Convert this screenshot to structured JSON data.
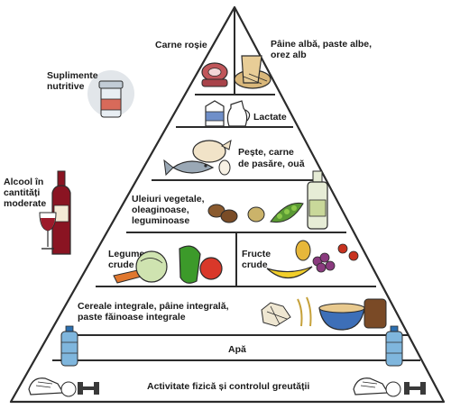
{
  "pyramid": {
    "tiers": {
      "top_left": "Carne roșie",
      "top_right": [
        "Pâine albă, paste albe,",
        "orez alb"
      ],
      "dairy": "Lactate",
      "protein": [
        "Pește, carne",
        "de pasăre, ouă"
      ],
      "oils": [
        "Uleiuri vegetale,",
        "oleaginoase,",
        "leguminoase"
      ],
      "vegetables": [
        "Legume",
        "crude"
      ],
      "fruits": [
        "Fructe",
        "crude"
      ],
      "grains": [
        "Cereale integrale, pâine integrală,",
        "paste făinoase integrale"
      ],
      "water": "Apă",
      "activity": "Activitate fizică și controlul greutății"
    }
  },
  "sidebar": {
    "supplements": [
      "Suplimente",
      "nutritive"
    ],
    "alcohol": [
      "Alcool în",
      "cantități",
      "moderate"
    ]
  },
  "colors": {
    "outline": "#2b2b2b",
    "meat": "#c0565a",
    "bread": "#d9b77a",
    "milk": "#6f8fc9",
    "fish": "#9aa8b5",
    "oil_bottle": "#e6ecd6",
    "tomato": "#d9382a",
    "banana": "#f2cf2a",
    "grapes": "#8a3a7e",
    "wine": "#8a1422",
    "water_bottle": "#7fb6dd",
    "broccoli": "#4d8a2e",
    "pepper": "#3c9a2a"
  },
  "icons": [
    "meat-icon",
    "bread-icon",
    "pill-jar-icon",
    "milk-carton-icon",
    "milk-jug-icon",
    "fish-icon",
    "chicken-icon",
    "egg-icon",
    "oil-bottle-icon",
    "nuts-icon",
    "peas-icon",
    "wine-bottle-icon",
    "wine-glass-icon",
    "vegetables-icon",
    "fruits-icon",
    "grains-icon",
    "bowl-icon",
    "water-bottle-icon",
    "sneaker-icon",
    "dumbbell-icon"
  ]
}
